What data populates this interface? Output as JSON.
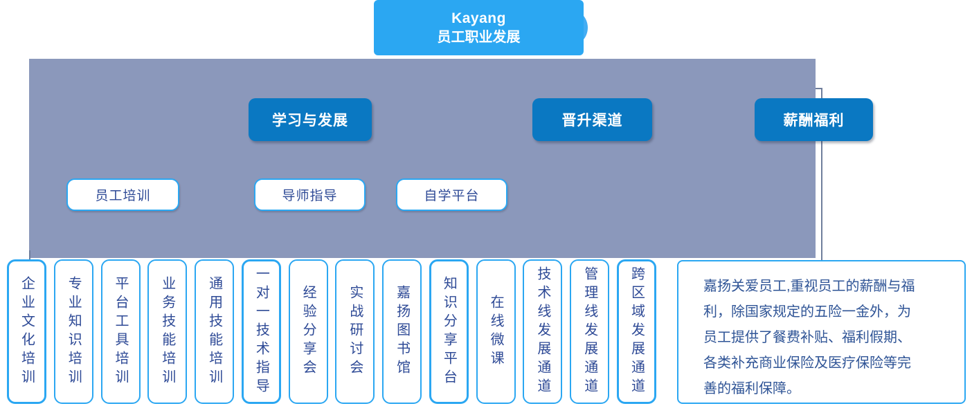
{
  "colors": {
    "accent_bright": "#2BA7F2",
    "accent_dark": "#0A78C2",
    "panel_gray_blue": "#8B98BB",
    "node_text_navy": "#2E4A96",
    "note_text_blue": "#2F5496"
  },
  "root": {
    "title_line1": "Kayang",
    "title_line2": "员工职业发展"
  },
  "level2": [
    {
      "label": "学习与发展"
    },
    {
      "label": "晋升渠道"
    },
    {
      "label": "薪酬福利"
    }
  ],
  "level3": [
    {
      "label": "员工培训"
    },
    {
      "label": "导师指导"
    },
    {
      "label": "自学平台"
    }
  ],
  "bottom_row": {
    "items": [
      {
        "label": "企业文化培训"
      },
      {
        "label": "专业知识培训"
      },
      {
        "label": "平台工具培训"
      },
      {
        "label": "业务技能培训"
      },
      {
        "label": "通用技能培训"
      },
      {
        "label": "一对一技术指导"
      },
      {
        "label": "经验分享会"
      },
      {
        "label": "实战研讨会"
      },
      {
        "label": "嘉扬图书馆"
      },
      {
        "label": "知识分享平台"
      },
      {
        "label": "在线微课"
      },
      {
        "label": "技术线发展通道"
      },
      {
        "label": "管理线发展通道"
      },
      {
        "label": "跨区域发展通道"
      }
    ]
  },
  "benefits_note": {
    "text": "嘉扬关爱员工,重视员工的薪酬与福\n利，除国家规定的五险一金外，为\n员工提供了餐费补贴、福利假期、\n各类补充商业保险及医疗保险等完\n善的福利保障。"
  }
}
